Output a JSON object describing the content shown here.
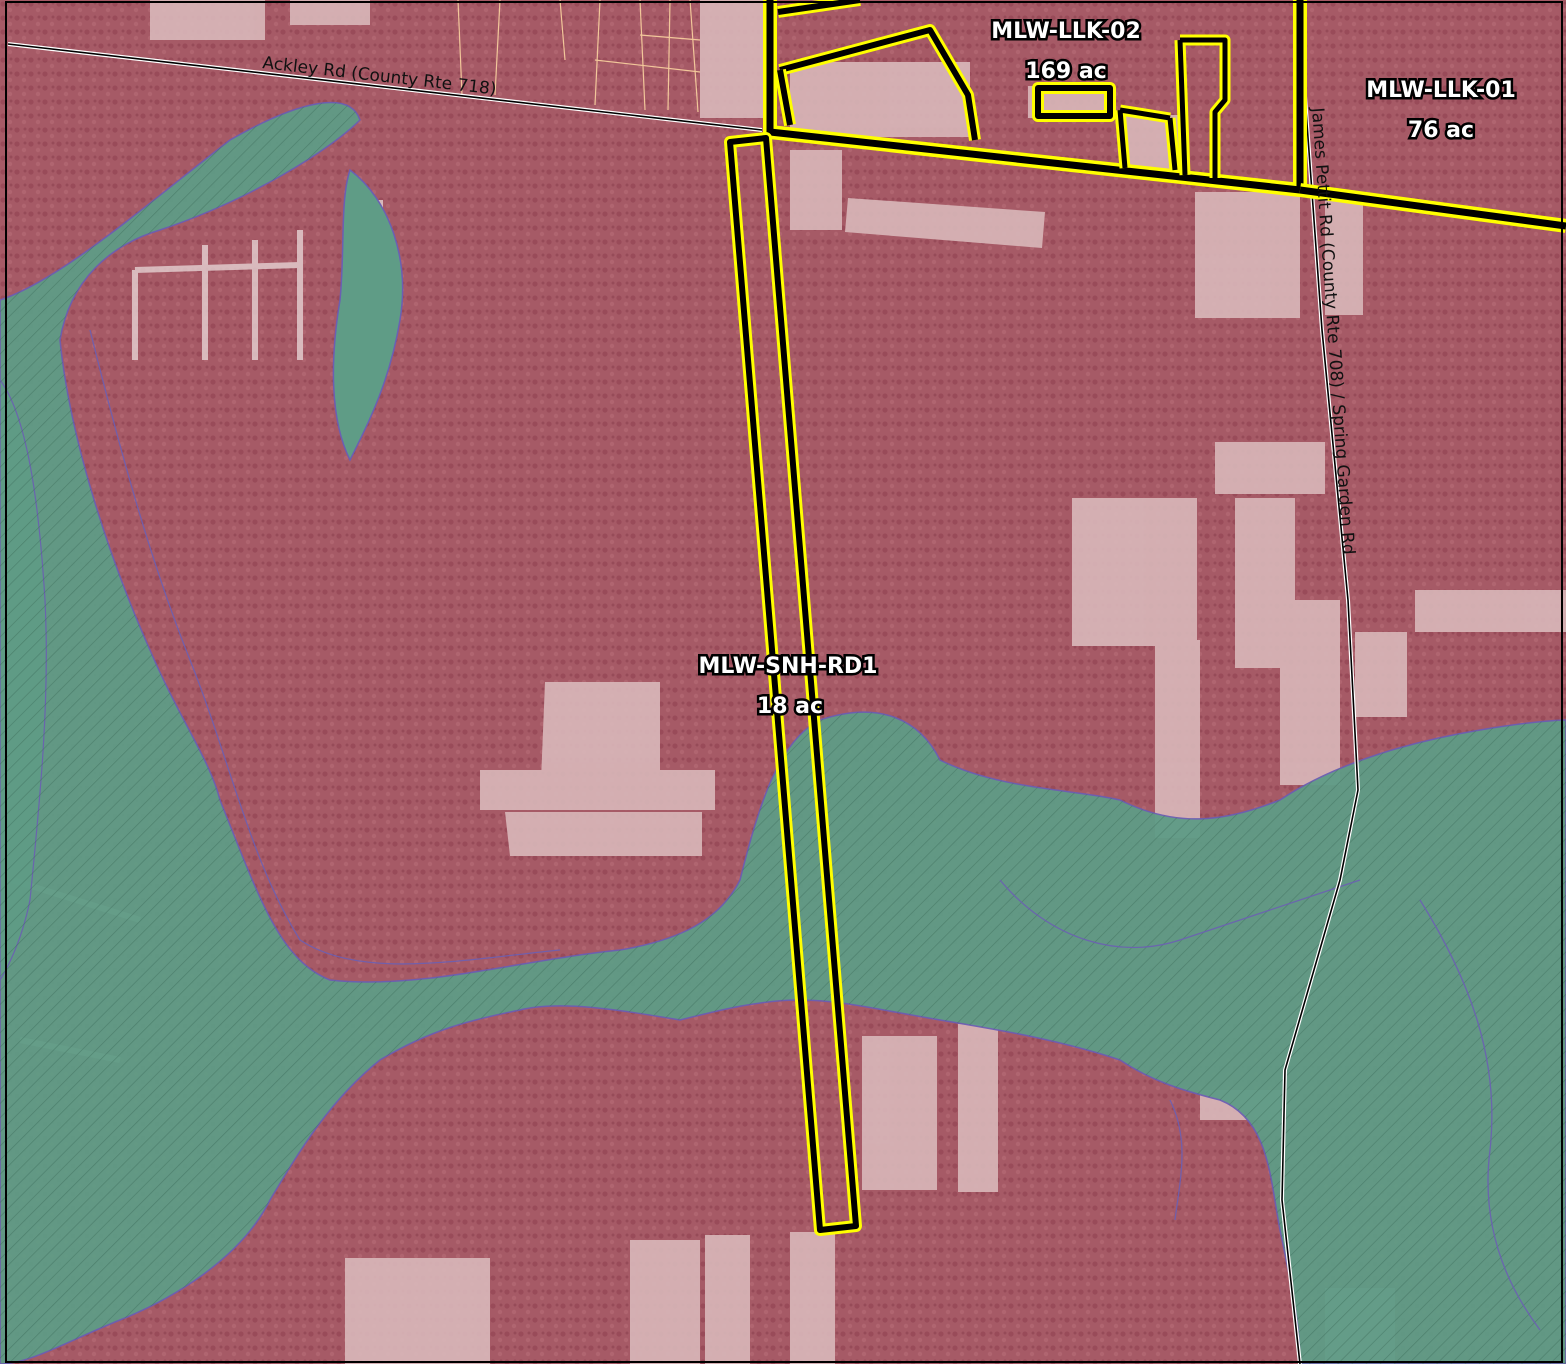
{
  "map": {
    "roads": [
      {
        "id": "ackley",
        "label": "Ackley Rd  (County Rte 718)"
      },
      {
        "id": "james-pettit",
        "label": "James Pettit Rd  (County Rte 708) / Spring Garden Rd"
      }
    ],
    "parcels": [
      {
        "id": "mlw-llk-02",
        "name": "MLW-LLK-02",
        "area": "169 ac"
      },
      {
        "id": "mlw-llk-01",
        "name": "MLW-LLK-01",
        "area": "76 ac"
      },
      {
        "id": "mlw-snh-rd1",
        "name": "MLW-SNH-RD1",
        "area": "18 ac"
      }
    ],
    "colors": {
      "forest": "#a65a66",
      "forest_dark": "#8e3e4e",
      "cleared": "#d9b8ba",
      "wetland": "#5f9c86",
      "wetland_outline": "#6b5fb3",
      "parcel_fill_outline": "#000000",
      "parcel_highlight": "#ffff00",
      "road": "#000000",
      "road_casing": "#ffffff",
      "parcel_grid": "#f2c79a"
    }
  }
}
